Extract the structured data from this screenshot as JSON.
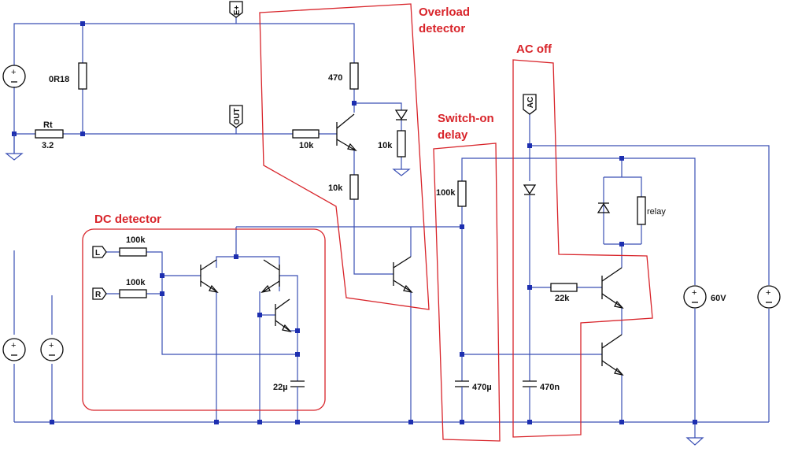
{
  "blocks": {
    "overload_line1": "Overload",
    "overload_line2": "detector",
    "switch_on_line1": "Switch-on",
    "switch_on_line2": "delay",
    "ac_off": "AC off",
    "dc_detector": "DC detector"
  },
  "ports": {
    "e_plus": "E+",
    "out": "OUT",
    "ac": "AC",
    "l": "L",
    "r": "R"
  },
  "components": {
    "r_0r18": "0R18",
    "rt_name": "Rt",
    "rt_value": "3.2",
    "r_470": "470",
    "r_10k_base": "10k",
    "r_10k_led": "10k",
    "r_10k_col": "10k",
    "r_100k_l": "100k",
    "r_100k_r": "100k",
    "r_100k_delay": "100k",
    "c_22u": "22µ",
    "c_470u": "470µ",
    "c_470n": "470n",
    "r_22k": "22k",
    "relay": "relay",
    "v_60v": "60V"
  },
  "colors": {
    "wire": "#3a4fb4",
    "component": "#0a0a0a",
    "block_outline": "#d8242a"
  }
}
